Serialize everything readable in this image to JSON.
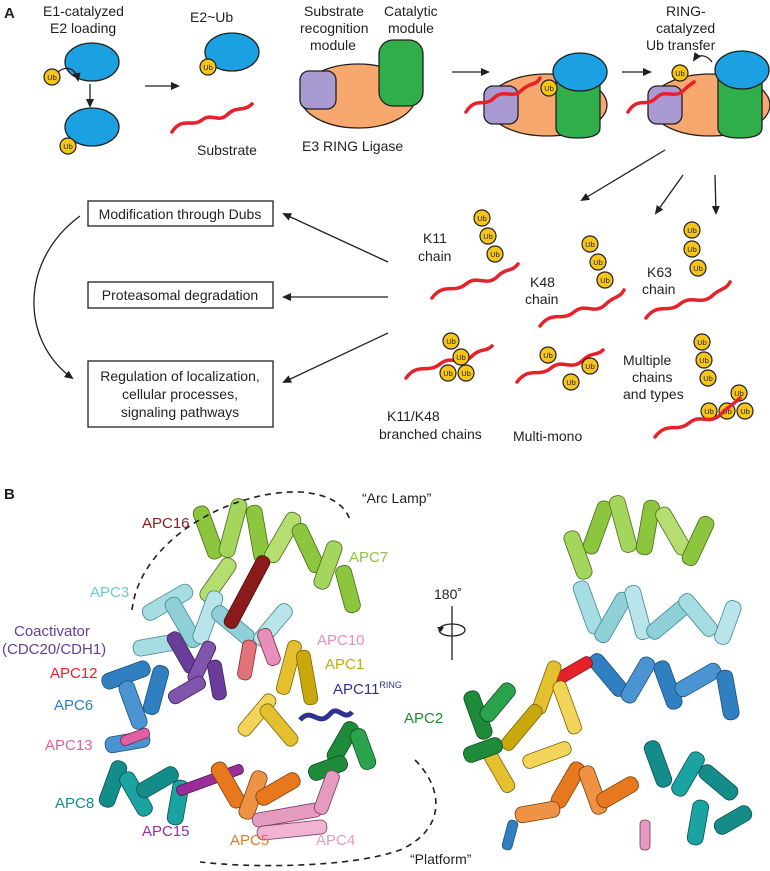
{
  "panel_a": {
    "label": "A",
    "e1_line1": "E1-catalyzed",
    "e1_line2": "E2 loading",
    "e2ub": "E2~Ub",
    "substrate": "Substrate",
    "recog_line1": "Substrate",
    "recog_line2": "recognition",
    "recog_line3": "module",
    "cat_line1": "Catalytic",
    "cat_line2": "module",
    "e3_label": "E3 RING Ligase",
    "ring_line1": "RING-",
    "ring_line2": "catalyzed",
    "ring_line3": "Ub transfer",
    "ub": "Ub",
    "box_dubs": "Modification through Dubs",
    "box_proteasome": "Proteasomal degradation",
    "box_reg_line1": "Regulation of localization,",
    "box_reg_line2": "cellular processes,",
    "box_reg_line3": "signaling pathways",
    "k11_line1": "K11",
    "k11_line2": "chain",
    "k48_line1": "K48",
    "k48_line2": "chain",
    "k63_line1": "K63",
    "k63_line2": "chain",
    "branched_line1": "K11/K48",
    "branched_line2": "branched chains",
    "multimono": "Multi-mono",
    "multi_line1": "Multiple",
    "multi_line2": "chains",
    "multi_line3": "and types"
  },
  "panel_b": {
    "label": "B",
    "arc_lamp": "“Arc Lamp”",
    "platform": "“Platform”",
    "rotation": "180˚",
    "apc16": "APC16",
    "apc3": "APC3",
    "apc7": "APC7",
    "coact_line1": "Coactivator",
    "coact_line2": "(CDC20/CDH1)",
    "apc10": "APC10",
    "apc1": "APC1",
    "apc11": "APC11",
    "apc11_sup": "RING",
    "apc12": "APC12",
    "apc6": "APC6",
    "apc2": "APC2",
    "apc13": "APC13",
    "apc8": "APC8",
    "apc15": "APC15",
    "apc5": "APC5",
    "apc4": "APC4"
  },
  "colors": {
    "e1_e2_blue": "#1ba1e2",
    "ub_yellow": "#f5c518",
    "substrate_red": "#e8202a",
    "recog_purple": "#a99bd1",
    "catalytic_green": "#2fae4a",
    "ligase_orange": "#f6a86e",
    "apc16": "#8b1a1a",
    "apc3": "#6fc8d2",
    "apc7": "#8cc63f",
    "coactivator": "#6a3d9a",
    "apc10": "#e68fbd",
    "apc1": "#c9a80e",
    "apc11": "#2e3192",
    "apc12": "#e8202a",
    "apc6": "#2f7fc1",
    "apc2": "#1e8b3a",
    "apc13": "#e05fa3",
    "apc8": "#138c8a",
    "apc15": "#9b2d9b",
    "apc5": "#e8781e",
    "apc4": "#e59ac0"
  }
}
